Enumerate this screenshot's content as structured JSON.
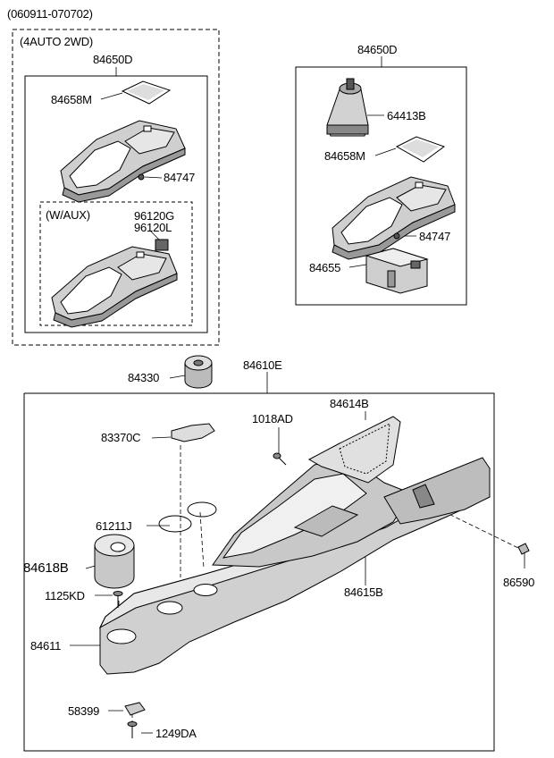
{
  "header": {
    "date_range": "(060911-070702)"
  },
  "groups": {
    "variant_4auto_2wd": "(4AUTO 2WD)",
    "variant_w_aux": "(W/AUX)"
  },
  "labels": {
    "p84650D_left": "84650D",
    "p84658M_left": "84658M",
    "p84747_left": "84747",
    "p96120G": "96120G",
    "p96120L": "96120L",
    "p84650D_right": "84650D",
    "p64413B": "64413B",
    "p84658M_right": "84658M",
    "p84747_right": "84747",
    "p84655": "84655",
    "p84330": "84330",
    "p84610E": "84610E",
    "p1018AD": "1018AD",
    "p84614B": "84614B",
    "p83370C": "83370C",
    "p61211J": "61211J",
    "p84618B": "84618B",
    "p1125KD": "1125KD",
    "p84615B": "84615B",
    "p86590": "86590",
    "p84611": "84611",
    "p58399": "58399",
    "p1249DA": "1249DA"
  }
}
